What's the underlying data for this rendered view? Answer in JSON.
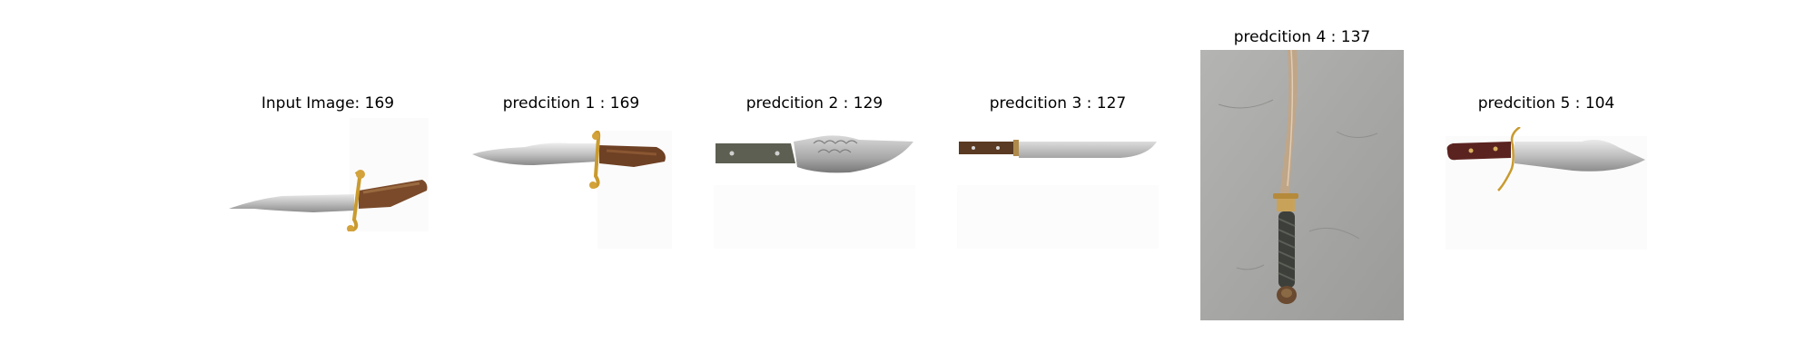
{
  "figure": {
    "panels": [
      {
        "title": "Input Image: 169",
        "depicts": "bowie knife with brass S-guard and burl wood handle"
      },
      {
        "title": "predcition 1 : 169",
        "depicts": "bowie knife with brass S-guard and burl wood handle"
      },
      {
        "title": "predcition 2 : 129",
        "depicts": "knife with hammered blade and green micarta handle"
      },
      {
        "title": "predcition 3 : 127",
        "depicts": "long slicing knife with wood handle"
      },
      {
        "title": "predcition 4 : 137",
        "depicts": "curved sword with wrapped grip on concrete floor"
      },
      {
        "title": "predcition 5 : 104",
        "depicts": "bowie knife with brass crossguard and dark wood handle"
      }
    ]
  }
}
